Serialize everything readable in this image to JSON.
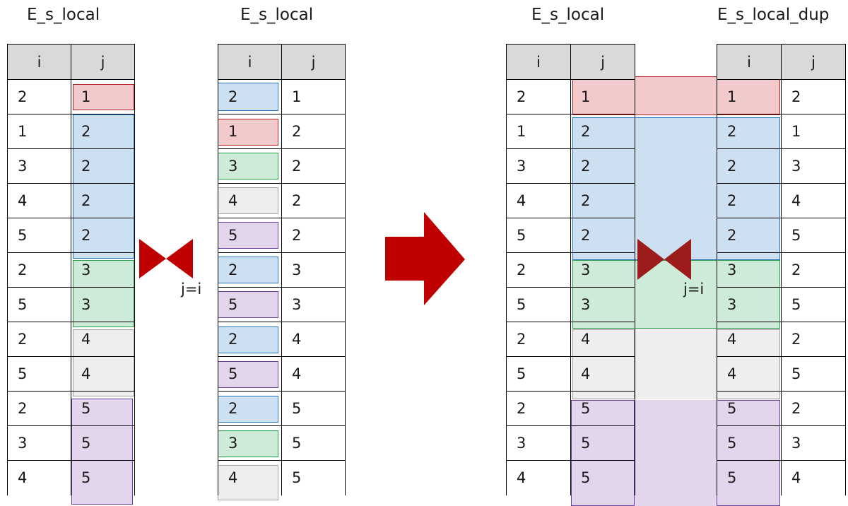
{
  "titles": {
    "t1": "E_s_local",
    "t2": "E_s_local",
    "t3": "E_s_local",
    "t4": "E_s_local_dup"
  },
  "header": {
    "i": "i",
    "j": "j"
  },
  "join_label": "j=i",
  "tables": {
    "left": {
      "i": [
        "2",
        "1",
        "3",
        "4",
        "5",
        "2",
        "5",
        "2",
        "5",
        "2",
        "3",
        "4"
      ],
      "j": [
        "1",
        "2",
        "2",
        "2",
        "2",
        "3",
        "3",
        "4",
        "4",
        "5",
        "5",
        "5"
      ]
    },
    "middle": {
      "i": [
        "2",
        "1",
        "3",
        "4",
        "5",
        "2",
        "5",
        "2",
        "5",
        "2",
        "3",
        "4"
      ],
      "j": [
        "1",
        "2",
        "2",
        "2",
        "2",
        "3",
        "3",
        "4",
        "4",
        "5",
        "5",
        "5"
      ]
    },
    "right_local": {
      "i": [
        "2",
        "1",
        "3",
        "4",
        "5",
        "2",
        "5",
        "2",
        "5",
        "2",
        "3",
        "4"
      ],
      "j": [
        "1",
        "2",
        "2",
        "2",
        "2",
        "3",
        "3",
        "4",
        "4",
        "5",
        "5",
        "5"
      ]
    },
    "right_dup": {
      "i": [
        "1",
        "2",
        "2",
        "2",
        "2",
        "3",
        "3",
        "4",
        "4",
        "5",
        "5",
        "5"
      ],
      "j": [
        "2",
        "1",
        "3",
        "4",
        "5",
        "2",
        "5",
        "2",
        "5",
        "2",
        "3",
        "4"
      ]
    }
  },
  "colors": {
    "red": "#f2cacc",
    "blue": "#cce0f2",
    "green": "#cdebd8",
    "gray": "#eeeeee",
    "purple": "#e2d5ec",
    "arrow": "#c00000",
    "bowtie": "#c00000",
    "bowtie_overlay": "#9c1c1c"
  },
  "icons": {
    "arrow": "right-arrow-icon",
    "join": "bowtie-join-icon"
  }
}
